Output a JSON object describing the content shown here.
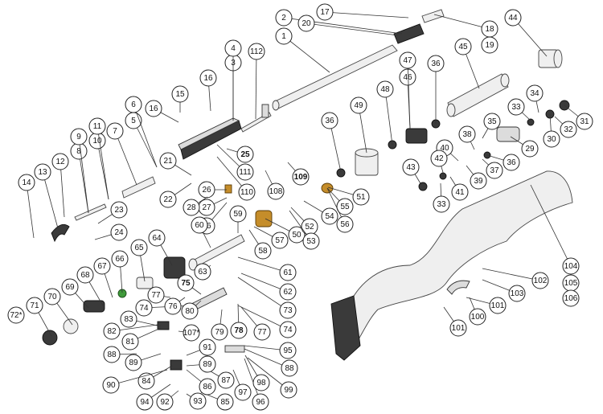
{
  "diagram": {
    "callouts": [
      {
        "id": "c1",
        "label": "1"
      },
      {
        "id": "c2",
        "label": "2"
      },
      {
        "id": "c3",
        "label": "3"
      },
      {
        "id": "c4",
        "label": "4"
      },
      {
        "id": "c5",
        "label": "5"
      },
      {
        "id": "c6",
        "label": "6"
      },
      {
        "id": "c7",
        "label": "7"
      },
      {
        "id": "c8",
        "label": "8"
      },
      {
        "id": "c9",
        "label": "9"
      },
      {
        "id": "c10",
        "label": "10"
      },
      {
        "id": "c11",
        "label": "11"
      },
      {
        "id": "c12",
        "label": "12"
      },
      {
        "id": "c13",
        "label": "13"
      },
      {
        "id": "c14",
        "label": "14"
      },
      {
        "id": "c15",
        "label": "15"
      },
      {
        "id": "c16a",
        "label": "16"
      },
      {
        "id": "c16b",
        "label": "16"
      },
      {
        "id": "c17",
        "label": "17"
      },
      {
        "id": "c18",
        "label": "18"
      },
      {
        "id": "c19",
        "label": "19"
      },
      {
        "id": "c20",
        "label": "20"
      },
      {
        "id": "c21",
        "label": "21"
      },
      {
        "id": "c22",
        "label": "22"
      },
      {
        "id": "c23",
        "label": "23"
      },
      {
        "id": "c24",
        "label": "24"
      },
      {
        "id": "c25",
        "label": "25"
      },
      {
        "id": "c26a",
        "label": "26"
      },
      {
        "id": "c26b",
        "label": "26"
      },
      {
        "id": "c27",
        "label": "27"
      },
      {
        "id": "c28",
        "label": "28"
      },
      {
        "id": "c29",
        "label": "29"
      },
      {
        "id": "c30",
        "label": "30"
      },
      {
        "id": "c31",
        "label": "31"
      },
      {
        "id": "c32",
        "label": "32"
      },
      {
        "id": "c33a",
        "label": "33"
      },
      {
        "id": "c33b",
        "label": "33"
      },
      {
        "id": "c34",
        "label": "34"
      },
      {
        "id": "c35",
        "label": "35"
      },
      {
        "id": "c36a",
        "label": "36"
      },
      {
        "id": "c36b",
        "label": "36"
      },
      {
        "id": "c36c",
        "label": "36"
      },
      {
        "id": "c37",
        "label": "37"
      },
      {
        "id": "c38",
        "label": "38"
      },
      {
        "id": "c39",
        "label": "39"
      },
      {
        "id": "c40",
        "label": "40"
      },
      {
        "id": "c41",
        "label": "41"
      },
      {
        "id": "c42",
        "label": "42"
      },
      {
        "id": "c43",
        "label": "43"
      },
      {
        "id": "c44",
        "label": "44"
      },
      {
        "id": "c45",
        "label": "45"
      },
      {
        "id": "c46",
        "label": "46"
      },
      {
        "id": "c47",
        "label": "47"
      },
      {
        "id": "c48",
        "label": "48"
      },
      {
        "id": "c49",
        "label": "49"
      },
      {
        "id": "c50",
        "label": "50"
      },
      {
        "id": "c51",
        "label": "51"
      },
      {
        "id": "c52",
        "label": "52"
      },
      {
        "id": "c53",
        "label": "53"
      },
      {
        "id": "c54",
        "label": "54"
      },
      {
        "id": "c55",
        "label": "55"
      },
      {
        "id": "c56",
        "label": "56"
      },
      {
        "id": "c57",
        "label": "57"
      },
      {
        "id": "c58",
        "label": "58"
      },
      {
        "id": "c59",
        "label": "59"
      },
      {
        "id": "c60",
        "label": "60"
      },
      {
        "id": "c61",
        "label": "61"
      },
      {
        "id": "c62",
        "label": "62"
      },
      {
        "id": "c63",
        "label": "63"
      },
      {
        "id": "c64",
        "label": "64"
      },
      {
        "id": "c65",
        "label": "65"
      },
      {
        "id": "c66",
        "label": "66"
      },
      {
        "id": "c67",
        "label": "67"
      },
      {
        "id": "c68",
        "label": "68"
      },
      {
        "id": "c69",
        "label": "69"
      },
      {
        "id": "c70",
        "label": "70"
      },
      {
        "id": "c71",
        "label": "71"
      },
      {
        "id": "c72",
        "label": "72*"
      },
      {
        "id": "c73",
        "label": "73"
      },
      {
        "id": "c74a",
        "label": "74"
      },
      {
        "id": "c74b",
        "label": "74"
      },
      {
        "id": "c75",
        "label": "75"
      },
      {
        "id": "c76",
        "label": "76"
      },
      {
        "id": "c77a",
        "label": "77"
      },
      {
        "id": "c77b",
        "label": "77"
      },
      {
        "id": "c78",
        "label": "78"
      },
      {
        "id": "c79",
        "label": "79"
      },
      {
        "id": "c80",
        "label": "80"
      },
      {
        "id": "c81",
        "label": "81"
      },
      {
        "id": "c82",
        "label": "82"
      },
      {
        "id": "c83",
        "label": "83"
      },
      {
        "id": "c84",
        "label": "84"
      },
      {
        "id": "c85",
        "label": "85"
      },
      {
        "id": "c86",
        "label": "86"
      },
      {
        "id": "c87",
        "label": "87"
      },
      {
        "id": "c88a",
        "label": "88"
      },
      {
        "id": "c88b",
        "label": "88"
      },
      {
        "id": "c89a",
        "label": "89"
      },
      {
        "id": "c89b",
        "label": "89"
      },
      {
        "id": "c90",
        "label": "90"
      },
      {
        "id": "c91",
        "label": "91"
      },
      {
        "id": "c92",
        "label": "92"
      },
      {
        "id": "c93",
        "label": "93"
      },
      {
        "id": "c94",
        "label": "94"
      },
      {
        "id": "c95",
        "label": "95"
      },
      {
        "id": "c96",
        "label": "96"
      },
      {
        "id": "c97",
        "label": "97"
      },
      {
        "id": "c98",
        "label": "98"
      },
      {
        "id": "c99",
        "label": "99"
      },
      {
        "id": "c100",
        "label": "100"
      },
      {
        "id": "c101a",
        "label": "101"
      },
      {
        "id": "c101b",
        "label": "101"
      },
      {
        "id": "c102",
        "label": "102"
      },
      {
        "id": "c103",
        "label": "103"
      },
      {
        "id": "c104",
        "label": "104"
      },
      {
        "id": "c105",
        "label": "105"
      },
      {
        "id": "c106",
        "label": "106"
      },
      {
        "id": "c107",
        "label": "107*"
      },
      {
        "id": "c108",
        "label": "108"
      },
      {
        "id": "c109",
        "label": "109"
      },
      {
        "id": "c110",
        "label": "110"
      },
      {
        "id": "c111",
        "label": "111"
      },
      {
        "id": "c112",
        "label": "112"
      }
    ],
    "bold_callouts": [
      "c25",
      "c75",
      "c78",
      "c109"
    ]
  }
}
